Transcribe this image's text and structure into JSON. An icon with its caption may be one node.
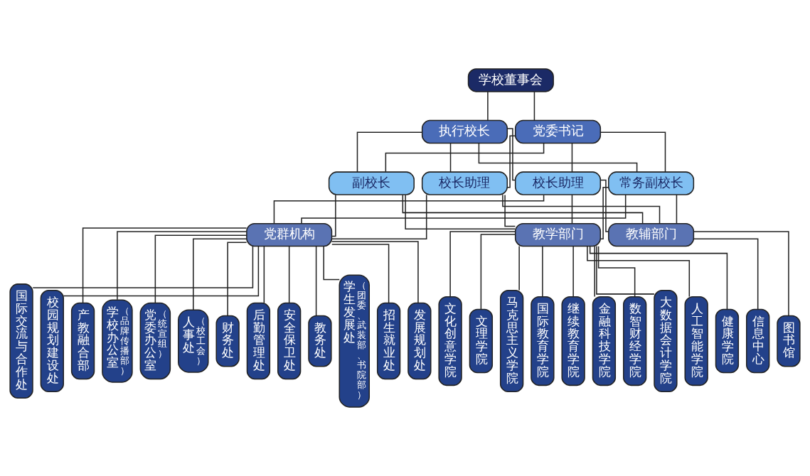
{
  "diagram": {
    "nodes": [
      {
        "text": [
          "学校董事会"
        ]
      },
      {
        "text": [
          "执行校长"
        ]
      },
      {
        "text": [
          "党委书记"
        ]
      },
      {
        "text": [
          "校长助理"
        ]
      },
      {
        "text": [
          "常务副校长"
        ]
      },
      {
        "text": [
          "副校长"
        ]
      },
      {
        "text": [
          "校长助理"
        ]
      },
      {
        "text": [
          "党群机构"
        ]
      },
      {
        "text": [
          "教学部门"
        ]
      },
      {
        "text": [
          "教辅部门"
        ]
      },
      {
        "text": [
          "学校办公室",
          "（品牌传播部）"
        ]
      },
      {
        "text": [
          "党委办公室",
          "（统宣组）"
        ]
      },
      {
        "text": [
          "人事处",
          "（校工会）"
        ]
      },
      {
        "text": [
          "财务处"
        ]
      },
      {
        "text": [
          "后勤管理处"
        ]
      },
      {
        "text": [
          "安全保卫处"
        ]
      },
      {
        "text": [
          "教务处"
        ]
      },
      {
        "text": [
          "学生发展处",
          "（团委、武装部、书院部）"
        ]
      },
      {
        "text": [
          "招生就业处"
        ]
      },
      {
        "text": [
          "发展规划处"
        ]
      },
      {
        "text": [
          "国际交流与合作处"
        ]
      },
      {
        "text": [
          "校园规划建设处"
        ]
      },
      {
        "text": [
          "产教融合部"
        ]
      },
      {
        "text": [
          "金融科技学院"
        ]
      },
      {
        "text": [
          "数智财经学院"
        ]
      },
      {
        "text": [
          "大数据会计学院"
        ]
      },
      {
        "text": [
          "人工智能学院"
        ]
      },
      {
        "text": [
          "健康学院"
        ]
      },
      {
        "text": [
          "文化创意学院"
        ]
      },
      {
        "text": [
          "文理学院"
        ]
      },
      {
        "text": [
          "马克思主义学院"
        ]
      },
      {
        "text": [
          "国际教育学院"
        ]
      },
      {
        "text": [
          "继续教育学院"
        ]
      },
      {
        "text": [
          "图书馆"
        ]
      },
      {
        "text": [
          "信息中心"
        ]
      }
    ],
    "edges": [
      {
        "from": 0,
        "to": 1,
        "arrow": "none"
      },
      {
        "from": 0,
        "to": 2,
        "arrow": "none"
      },
      {
        "from": 1,
        "to": 3,
        "arrow": "none"
      },
      {
        "from": 1,
        "to": 4,
        "arrow": "none"
      },
      {
        "from": 1,
        "to": 5,
        "arrow": "none"
      },
      {
        "from": 1,
        "to": 6,
        "arrow": "none"
      },
      {
        "from": 2,
        "to": 3,
        "arrow": "none"
      },
      {
        "from": 2,
        "to": 4,
        "arrow": "none"
      },
      {
        "from": 2,
        "to": 5,
        "arrow": "none"
      },
      {
        "from": 2,
        "to": 6,
        "arrow": "none"
      },
      {
        "from": 3,
        "to": 7,
        "arrow": "none"
      },
      {
        "from": 3,
        "to": 8,
        "arrow": "none"
      },
      {
        "from": 3,
        "to": 9,
        "arrow": "none"
      },
      {
        "from": 4,
        "to": 7,
        "arrow": "none"
      },
      {
        "from": 4,
        "to": 8,
        "arrow": "none"
      },
      {
        "from": 4,
        "to": 9,
        "arrow": "none"
      },
      {
        "from": 5,
        "to": 7,
        "arrow": "none"
      },
      {
        "from": 5,
        "to": 8,
        "arrow": "none"
      },
      {
        "from": 5,
        "to": 9,
        "arrow": "none"
      },
      {
        "from": 6,
        "to": 7,
        "arrow": "none"
      },
      {
        "from": 6,
        "to": 8,
        "arrow": "none"
      },
      {
        "from": 6,
        "to": 9,
        "arrow": "none"
      },
      {
        "from": 7,
        "to": 10,
        "arrow": "none"
      },
      {
        "from": 7,
        "to": 11,
        "arrow": "none"
      },
      {
        "from": 7,
        "to": 12,
        "arrow": "none"
      },
      {
        "from": 7,
        "to": 13,
        "arrow": "none"
      },
      {
        "from": 7,
        "to": 14,
        "arrow": "none"
      },
      {
        "from": 7,
        "to": 15,
        "arrow": "none"
      },
      {
        "from": 7,
        "to": 16,
        "arrow": "none"
      },
      {
        "from": 7,
        "to": 17,
        "arrow": "none"
      },
      {
        "from": 7,
        "to": 18,
        "arrow": "none"
      },
      {
        "from": 7,
        "to": 19,
        "arrow": "none"
      },
      {
        "from": 7,
        "to": 20,
        "arrow": "none"
      },
      {
        "from": 7,
        "to": 21,
        "arrow": "none"
      },
      {
        "from": 7,
        "to": 22,
        "arrow": "none"
      },
      {
        "from": 8,
        "to": 23,
        "arrow": "none"
      },
      {
        "from": 8,
        "to": 24,
        "arrow": "none"
      },
      {
        "from": 8,
        "to": 25,
        "arrow": "none"
      },
      {
        "from": 8,
        "to": 26,
        "arrow": "none"
      },
      {
        "from": 8,
        "to": 27,
        "arrow": "none"
      },
      {
        "from": 8,
        "to": 28,
        "arrow": "none"
      },
      {
        "from": 8,
        "to": 29,
        "arrow": "none"
      },
      {
        "from": 8,
        "to": 30,
        "arrow": "none"
      },
      {
        "from": 8,
        "to": 31,
        "arrow": "none"
      },
      {
        "from": 8,
        "to": 32,
        "arrow": "none"
      },
      {
        "from": 9,
        "to": 33,
        "arrow": "none"
      },
      {
        "from": 9,
        "to": 34,
        "arrow": "none"
      }
    ]
  }
}
